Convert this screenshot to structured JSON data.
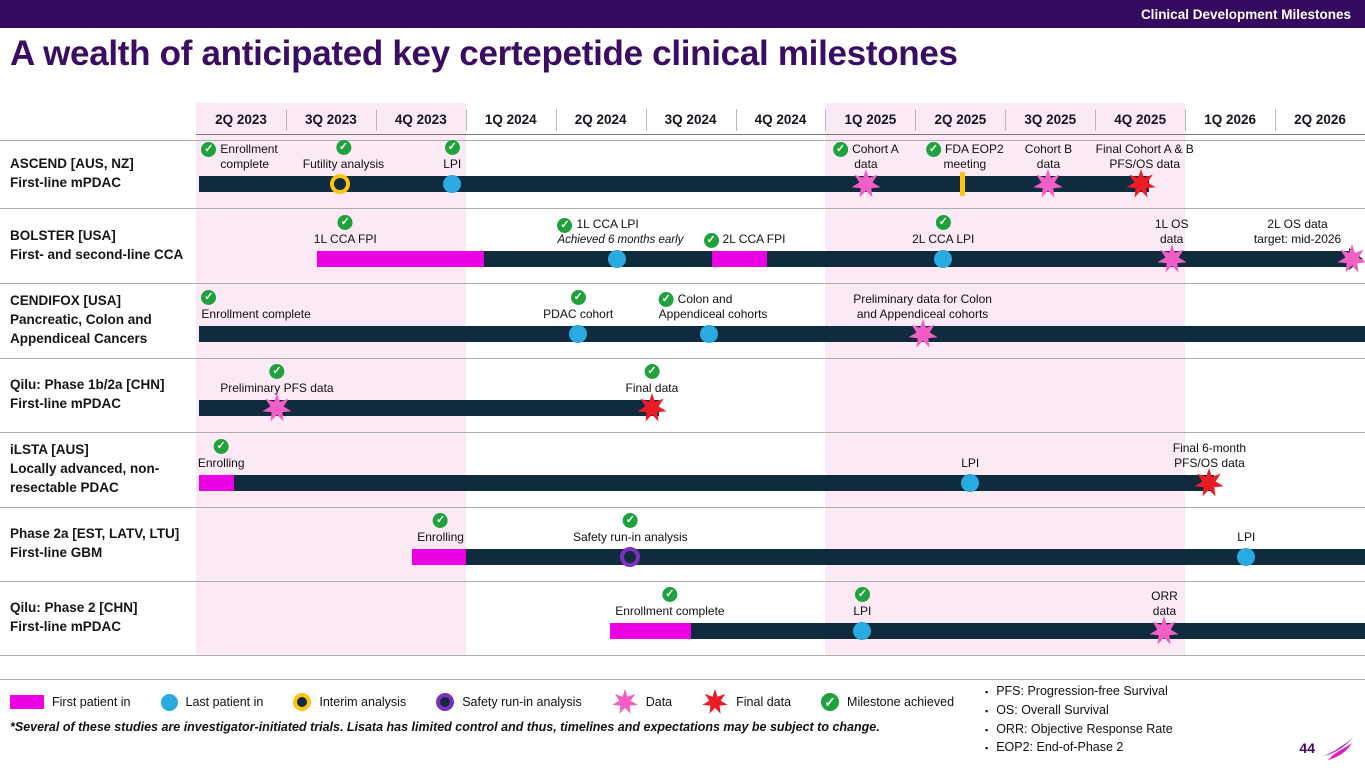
{
  "colors": {
    "banner_bg": "#340A5F",
    "title": "#3A0C63",
    "bar": "#102A3E",
    "fpi": "#EC00E4",
    "lpi": "#29ABE2",
    "interim": "#FFC20E",
    "safety": "#7E2FBF",
    "data_star": "#F25FC4",
    "final_star": "#ED1C24",
    "achieved": "#1FA23C",
    "band": "#FBE9F6",
    "page_number": "#3A0C63"
  },
  "header": {
    "banner": "Clinical Development Milestones",
    "title": "A wealth of anticipated key certepetide clinical milestones"
  },
  "timeline": {
    "quarters": [
      "2Q 2023",
      "3Q 2023",
      "4Q 2023",
      "1Q 2024",
      "2Q 2024",
      "3Q 2024",
      "4Q 2024",
      "1Q 2025",
      "2Q 2025",
      "3Q 2025",
      "4Q 2025",
      "1Q 2026",
      "2Q 2026"
    ],
    "highlight_bands": [
      {
        "from_col": 0,
        "to_col": 3
      },
      {
        "from_col": 7,
        "to_col": 11
      }
    ],
    "rows": [
      {
        "label_lines": [
          "ASCEND [AUS, NZ]",
          "First-line mPDAC"
        ],
        "segments": [
          {
            "start": 0.03,
            "end": 10.6,
            "type": "bar"
          }
        ],
        "markers": [
          {
            "u": 1.6,
            "type": "interim"
          },
          {
            "u": 2.85,
            "type": "lpi"
          },
          {
            "u": 7.45,
            "type": "data"
          },
          {
            "u": 8.52,
            "type": "tick"
          },
          {
            "u": 9.48,
            "type": "data"
          },
          {
            "u": 10.51,
            "type": "final"
          }
        ],
        "annotations": [
          {
            "u": 0.06,
            "align": "left",
            "check": "inline",
            "lines": [
              "Enrollment",
              "complete"
            ]
          },
          {
            "u": 1.64,
            "check": "above",
            "lines": [
              "Futility analysis"
            ]
          },
          {
            "u": 2.85,
            "check": "above",
            "lines": [
              "LPI"
            ]
          },
          {
            "u": 7.45,
            "check": "inline",
            "lines": [
              "Cohort A",
              "data"
            ]
          },
          {
            "u": 8.55,
            "check": "inline",
            "lines": [
              "FDA EOP2",
              "meeting"
            ]
          },
          {
            "u": 9.48,
            "lines": [
              "Cohort B",
              "data"
            ]
          },
          {
            "u": 10.55,
            "lines": [
              "Final Cohort A & B",
              "PFS/OS data"
            ]
          }
        ]
      },
      {
        "label_lines": [
          "BOLSTER [USA]",
          "First- and second-line CCA"
        ],
        "segments": [
          {
            "start": 1.35,
            "end": 3.2,
            "type": "fpi"
          },
          {
            "start": 3.2,
            "end": 12.82,
            "type": "bar",
            "arrow": true
          },
          {
            "start": 5.74,
            "end": 6.35,
            "type": "fpi"
          }
        ],
        "markers": [
          {
            "u": 4.68,
            "type": "lpi"
          },
          {
            "u": 8.31,
            "type": "lpi"
          },
          {
            "u": 10.85,
            "type": "data"
          },
          {
            "u": 12.86,
            "type": "data"
          }
        ],
        "annotations": [
          {
            "u": 1.66,
            "check": "above",
            "lines": [
              "1L CCA FPI"
            ]
          },
          {
            "u": 4.72,
            "check": "inline",
            "lines": [
              "1L CCA LPI",
              {
                "text": "Achieved 6 months early",
                "italic": true
              }
            ]
          },
          {
            "u": 6.1,
            "check": "inline",
            "lines": [
              "2L CCA FPI"
            ]
          },
          {
            "u": 8.31,
            "check": "above",
            "lines": [
              "2L CCA LPI"
            ]
          },
          {
            "u": 10.85,
            "lines": [
              "1L OS",
              "data"
            ]
          },
          {
            "u": 12.25,
            "lines": [
              "2L OS data",
              "target: mid-2026"
            ]
          }
        ]
      },
      {
        "label_lines": [
          "CENDIFOX [USA]",
          "Pancreatic, Colon and",
          "Appendiceal Cancers"
        ],
        "segments": [
          {
            "start": 0.03,
            "end": 13,
            "type": "bar"
          }
        ],
        "markers": [
          {
            "u": 4.25,
            "type": "lpi"
          },
          {
            "u": 5.71,
            "type": "lpi"
          },
          {
            "u": 8.08,
            "type": "data"
          }
        ],
        "annotations": [
          {
            "u": 0.06,
            "align": "left",
            "check": "above",
            "lines": [
              "Enrollment complete"
            ]
          },
          {
            "u": 4.25,
            "check": "above",
            "lines": [
              "PDAC cohort"
            ]
          },
          {
            "u": 5.75,
            "check": "inline",
            "lines": [
              "Colon and",
              "Appendiceal cohorts"
            ]
          },
          {
            "u": 8.08,
            "lines": [
              "Preliminary data for Colon",
              "and Appendiceal cohorts"
            ]
          }
        ]
      },
      {
        "label_lines": [
          "Qilu: Phase 1b/2a [CHN]",
          "First-line mPDAC"
        ],
        "segments": [
          {
            "start": 0.03,
            "end": 5.15,
            "type": "bar"
          }
        ],
        "markers": [
          {
            "u": 0.9,
            "type": "data"
          },
          {
            "u": 5.07,
            "type": "final"
          }
        ],
        "annotations": [
          {
            "u": 0.9,
            "check": "above",
            "lines": [
              "Preliminary PFS data"
            ]
          },
          {
            "u": 5.07,
            "check": "above",
            "lines": [
              "Final data"
            ]
          }
        ]
      },
      {
        "label_lines": [
          "iLSTA [AUS]",
          "Locally advanced, non-",
          "resectable PDAC"
        ],
        "segments": [
          {
            "start": 0.03,
            "end": 0.42,
            "type": "fpi"
          },
          {
            "start": 0.42,
            "end": 11.32,
            "type": "bar"
          }
        ],
        "markers": [
          {
            "u": 8.61,
            "type": "lpi"
          },
          {
            "u": 11.27,
            "type": "final"
          }
        ],
        "annotations": [
          {
            "u": 0.28,
            "check": "above",
            "lines": [
              "Enrolling"
            ]
          },
          {
            "u": 8.61,
            "lines": [
              "LPI"
            ]
          },
          {
            "u": 11.27,
            "lines": [
              "Final 6-month",
              "PFS/OS data"
            ]
          }
        ]
      },
      {
        "label_lines": [
          "Phase 2a [EST, LATV, LTU]",
          "First-line GBM"
        ],
        "segments": [
          {
            "start": 2.4,
            "end": 3.0,
            "type": "fpi"
          },
          {
            "start": 3.0,
            "end": 13,
            "type": "bar"
          }
        ],
        "markers": [
          {
            "u": 4.83,
            "type": "safety"
          },
          {
            "u": 11.68,
            "type": "lpi"
          }
        ],
        "annotations": [
          {
            "u": 2.72,
            "check": "above",
            "lines": [
              "Enrolling"
            ]
          },
          {
            "u": 4.83,
            "check": "above",
            "lines": [
              "Safety run-in analysis"
            ]
          },
          {
            "u": 11.68,
            "lines": [
              "LPI"
            ]
          }
        ]
      },
      {
        "label_lines": [
          "Qilu: Phase 2 [CHN]",
          "First-line mPDAC"
        ],
        "segments": [
          {
            "start": 4.6,
            "end": 5.5,
            "type": "fpi"
          },
          {
            "start": 5.5,
            "end": 13,
            "type": "bar"
          }
        ],
        "markers": [
          {
            "u": 7.41,
            "type": "lpi"
          },
          {
            "u": 10.77,
            "type": "data"
          }
        ],
        "annotations": [
          {
            "u": 5.27,
            "check": "above",
            "lines": [
              "Enrollment complete"
            ]
          },
          {
            "u": 7.41,
            "check": "above",
            "lines": [
              "LPI"
            ]
          },
          {
            "u": 10.77,
            "lines": [
              "ORR",
              "data"
            ]
          }
        ]
      }
    ]
  },
  "legend": {
    "items": [
      {
        "marker": "fpi",
        "label": "First patient in"
      },
      {
        "marker": "lpi",
        "label": "Last patient in"
      },
      {
        "marker": "interim",
        "label": "Interim analysis"
      },
      {
        "marker": "safety",
        "label": "Safety run-in analysis"
      },
      {
        "marker": "data",
        "label": "Data"
      },
      {
        "marker": "final",
        "label": "Final data"
      },
      {
        "marker": "check",
        "label": "Milestone achieved"
      }
    ]
  },
  "abbreviations": [
    "PFS: Progression-free Survival",
    "OS: Overall Survival",
    "ORR: Objective Response Rate",
    "EOP2: End-of-Phase 2"
  ],
  "footnote": "*Several of these studies are investigator-initiated trials. Lisata has limited control and thus, timelines and expectations may be subject to change.",
  "page_number": "44"
}
